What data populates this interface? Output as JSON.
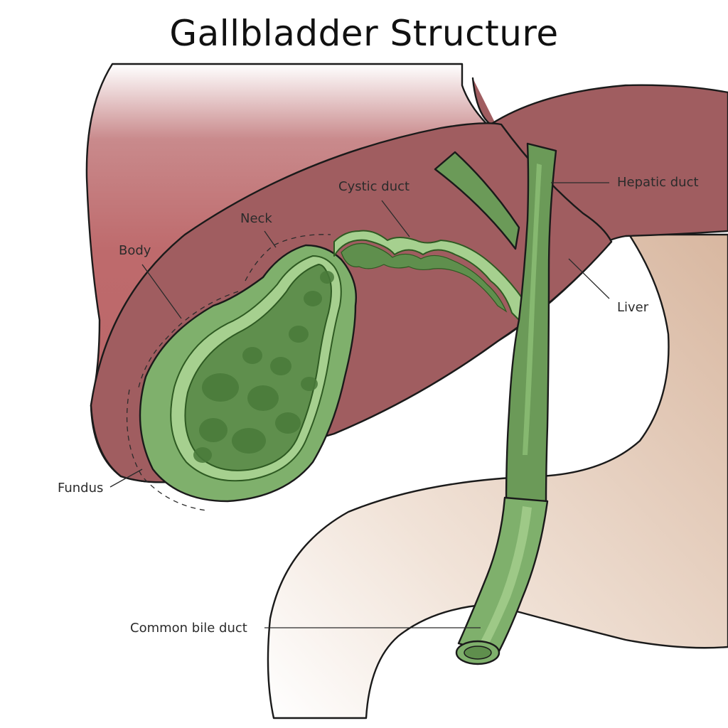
{
  "title": "Gallbladder Structure",
  "labels": {
    "body": "Body",
    "neck": "Neck",
    "cystic_duct": "Cystic duct",
    "hepatic_duct": "Hepatic duct",
    "liver": "Liver",
    "fundus": "Fundus",
    "common_bile_duct": "Common bile duct"
  },
  "colors": {
    "liver_light": "#be6a6c",
    "liver_dark": "#a05d60",
    "duodenum": "#dcbca4",
    "gallbladder_wall": "#7fb06c",
    "gallbladder_mucosa": "#a6d08f",
    "gallbladder_lumen": "#5f8f4d",
    "gallbladder_fold": "#497a3a",
    "duct": "#6b9a58"
  }
}
